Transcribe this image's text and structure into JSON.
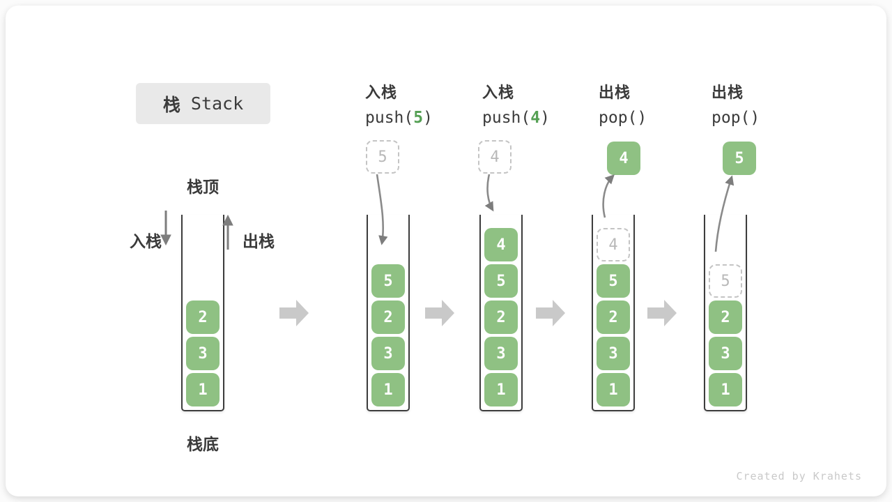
{
  "title": {
    "zh": "栈",
    "en": " Stack"
  },
  "labels": {
    "stack_top": "栈顶",
    "stack_bottom": "栈底",
    "push": "入栈",
    "pop": "出栈"
  },
  "columns": [
    {
      "op": "入栈",
      "fn": "push(",
      "arg": "5",
      "close": ")",
      "float_value": "5",
      "float_type": "ghost"
    },
    {
      "op": "入栈",
      "fn": "push(",
      "arg": "4",
      "close": ")",
      "float_value": "4",
      "float_type": "ghost"
    },
    {
      "op": "出栈",
      "fn": "pop(",
      "arg": "",
      "close": ")",
      "float_value": "4",
      "float_type": "solid"
    },
    {
      "op": "出栈",
      "fn": "pop(",
      "arg": "",
      "close": ")",
      "float_value": "5",
      "float_type": "solid"
    }
  ],
  "stacks": [
    {
      "cells": [
        {
          "value": "2",
          "type": "solid"
        },
        {
          "value": "3",
          "type": "solid"
        },
        {
          "value": "1",
          "type": "solid"
        }
      ]
    },
    {
      "cells": [
        {
          "value": "5",
          "type": "solid"
        },
        {
          "value": "2",
          "type": "solid"
        },
        {
          "value": "3",
          "type": "solid"
        },
        {
          "value": "1",
          "type": "solid"
        }
      ]
    },
    {
      "cells": [
        {
          "value": "4",
          "type": "solid"
        },
        {
          "value": "5",
          "type": "solid"
        },
        {
          "value": "2",
          "type": "solid"
        },
        {
          "value": "3",
          "type": "solid"
        },
        {
          "value": "1",
          "type": "solid"
        }
      ]
    },
    {
      "cells": [
        {
          "value": "4",
          "type": "ghost"
        },
        {
          "value": "5",
          "type": "solid"
        },
        {
          "value": "2",
          "type": "solid"
        },
        {
          "value": "3",
          "type": "solid"
        },
        {
          "value": "1",
          "type": "solid"
        }
      ]
    },
    {
      "cells": [
        {
          "value": "5",
          "type": "ghost"
        },
        {
          "value": "2",
          "type": "solid"
        },
        {
          "value": "3",
          "type": "solid"
        },
        {
          "value": "1",
          "type": "solid"
        }
      ]
    }
  ],
  "colors": {
    "block_green": "#8fc183",
    "arg_green": "#55a054",
    "curve_arrow_gray": "#7d7d7d",
    "flow_arrow_gray": "#c9c9c9",
    "ghost_gray": "#c4c4c4",
    "wall_dark": "#3d3d3d",
    "title_bg": "#e9e9e9"
  },
  "watermark": "Created by Krahets"
}
